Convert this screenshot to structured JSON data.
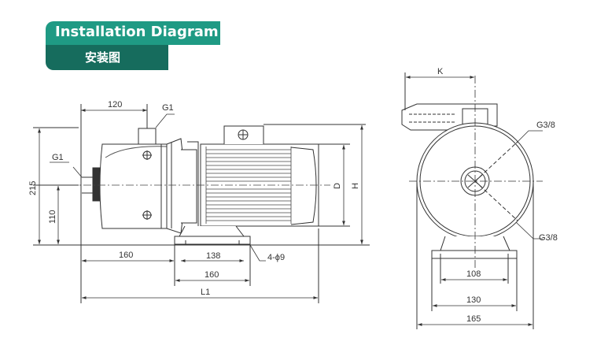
{
  "banner": {
    "title": "Installation Diagram",
    "subtitle": "安装图"
  },
  "side_view": {
    "dim_120": "120",
    "g1_top": "G1",
    "g1_left": "G1",
    "dim_215": "215",
    "dim_110": "110",
    "dim_D": "D",
    "dim_H": "H",
    "dim_160_left": "160",
    "dim_138": "138",
    "holes": "4-ϕ9",
    "dim_160_feet": "160",
    "dim_L1": "L1"
  },
  "end_view": {
    "dim_K": "K",
    "g38_top": "G3/8",
    "g38_bottom": "G3/8",
    "dim_108": "108",
    "dim_130": "130",
    "dim_165": "165"
  }
}
